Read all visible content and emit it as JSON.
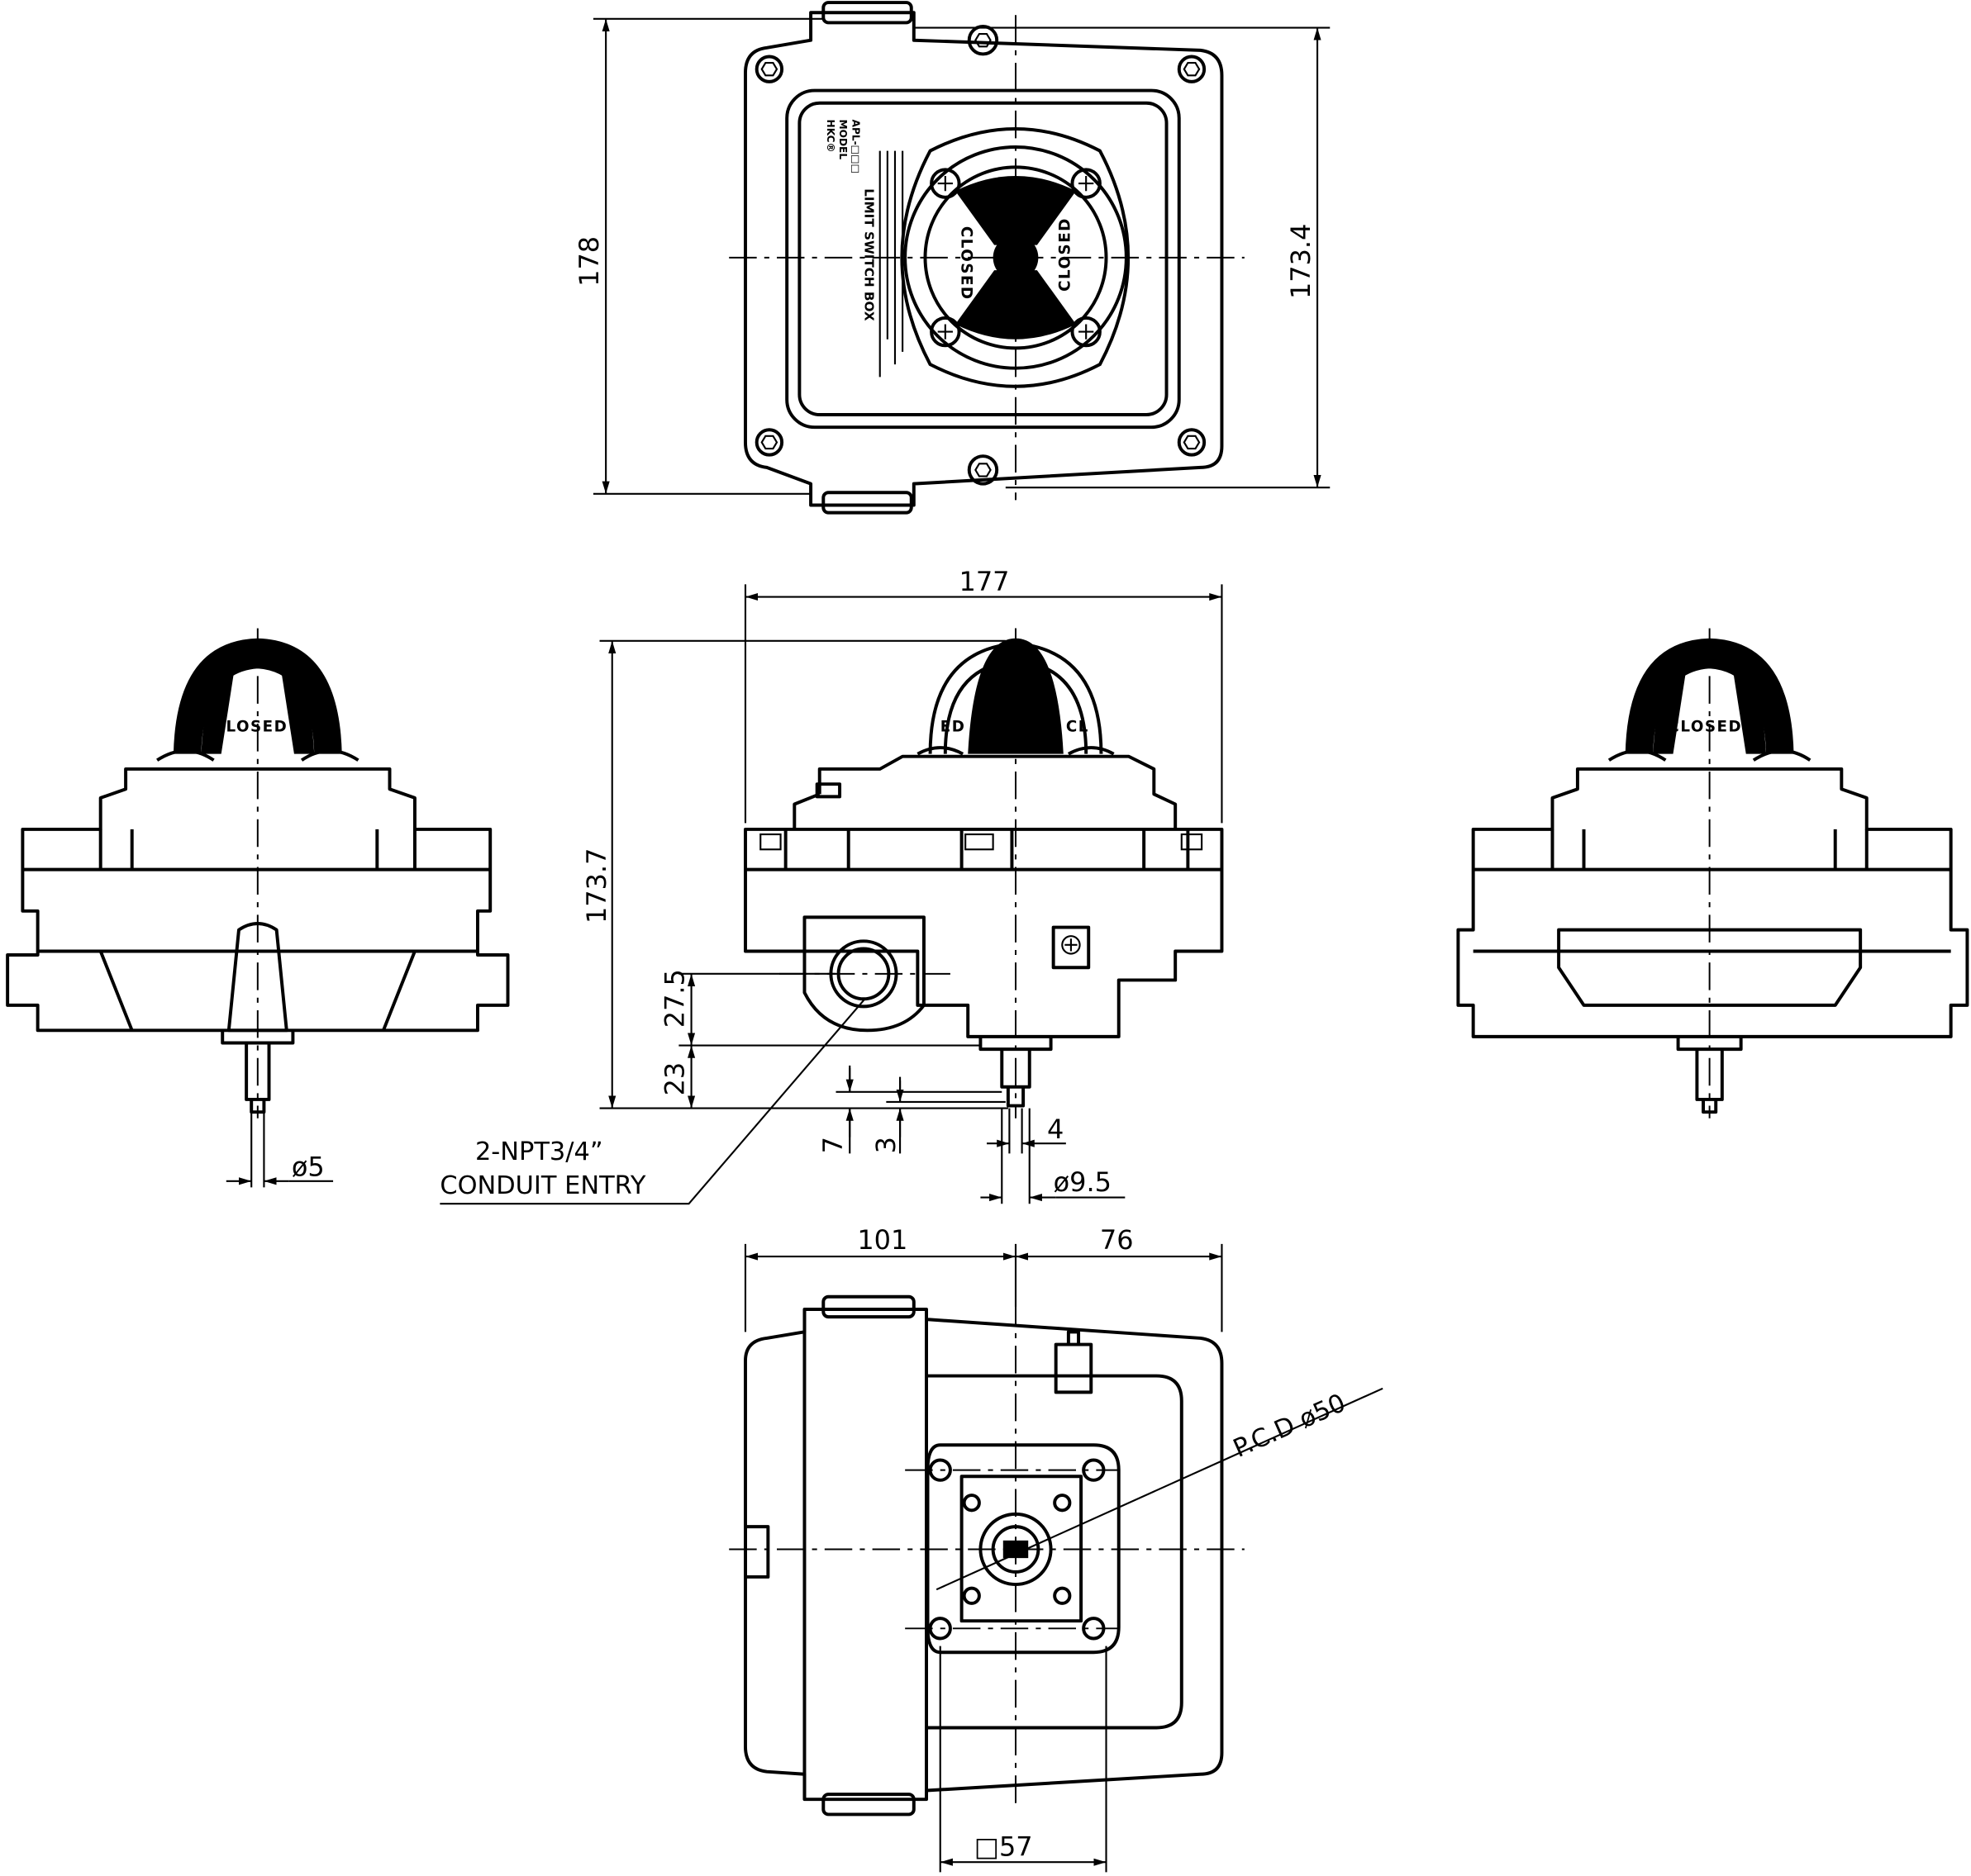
{
  "drawing": {
    "top_view": {
      "dim_height_left": "178",
      "dim_height_right": "173.4",
      "nameplate": {
        "brand": "HKC®",
        "model_label": "MODEL",
        "model_value": "APL-□□□",
        "title": "LIMIT SWITCH BOX"
      },
      "indicator_labels": [
        "CLOSED",
        "CLOSED"
      ]
    },
    "front_view": {
      "dim_width": "177",
      "dim_height": "173.7",
      "dim_conduit_height": "27.5",
      "dim_base_height": "23",
      "dim_shaft_7": "7",
      "dim_shaft_3": "3",
      "dim_shaft_4": "4",
      "dim_shaft_dia": "ø9.5",
      "conduit_note_line1": "2-NPT3/4”",
      "conduit_note_line2": "CONDUIT ENTRY",
      "indicator_fragments": [
        "ED",
        "CL"
      ]
    },
    "left_view": {
      "indicator_label": "CLOSED",
      "dim_shaft_dia": "ø5"
    },
    "right_view": {
      "indicator_label": "CLOSED"
    },
    "bottom_view": {
      "dim_left": "101",
      "dim_right": "76",
      "dim_square": "□57",
      "pcd_label": "P.C.D ø50"
    }
  }
}
